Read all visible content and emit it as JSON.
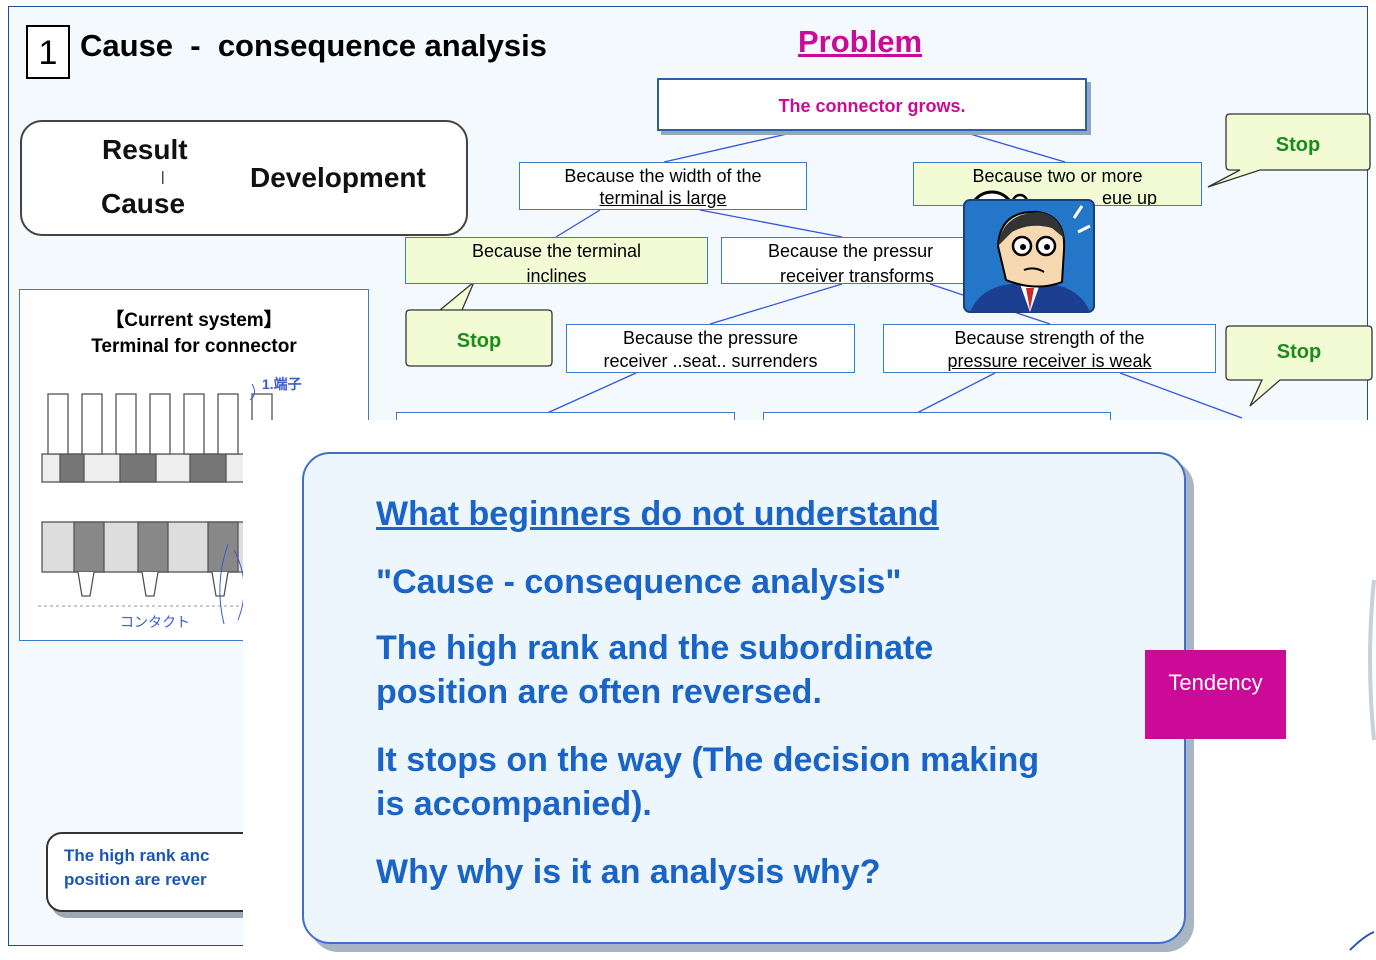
{
  "header": {
    "number": "1",
    "title": "Cause  -  consequence analysis",
    "problem_heading": "Problem"
  },
  "result_cause_box": {
    "result": "Result",
    "separator": "|",
    "cause": "Cause",
    "development": "Development"
  },
  "tree": {
    "problem": "The connector grows.",
    "nodes": {
      "width_large": [
        "Because the width of the",
        "terminal is large"
      ],
      "two_or_more": [
        "Because two or more",
        "eue up"
      ],
      "terminal_inclines": [
        "Because the terminal",
        "inclines"
      ],
      "pressure_receiver_transforms": [
        "Because the pressur",
        "receiver transforms"
      ],
      "seat_surrenders": [
        "Because the pressure",
        "receiver ..seat.. surrenders"
      ],
      "strength_weak": [
        "Because strength of the",
        "pressure receiver is weak"
      ]
    },
    "stop_labels": [
      "Stop",
      "Stop",
      "Stop"
    ]
  },
  "current_system": {
    "title_line1": "【Current system】",
    "title_line2": "Terminal for connector",
    "callout_terminal": "1.端子",
    "callout_contact": "コンタクト"
  },
  "bottom_note": {
    "line1": "The high rank anc",
    "line2": "position are rever"
  },
  "main_box": {
    "heading": "What beginners do not understand",
    "line1": "\"Cause  -  consequence analysis\"",
    "line2a": "The high rank and the subordinate",
    "line2b": "position are often reversed.",
    "line3a": "It stops on the way (The decision making",
    "line3b": "is accompanied).",
    "line4": "Why why is it an analysis why?"
  },
  "tendency_label": "Tendency",
  "colors": {
    "accent_magenta": "#cc0a98",
    "text_blue": "#1a64c7",
    "stop_green": "#1a8d1a",
    "node_green_fill": "#f2fbd3",
    "slide_bg": "#f3f9fd"
  },
  "icons": [
    "question-mark-icon",
    "thinking-man-icon"
  ]
}
